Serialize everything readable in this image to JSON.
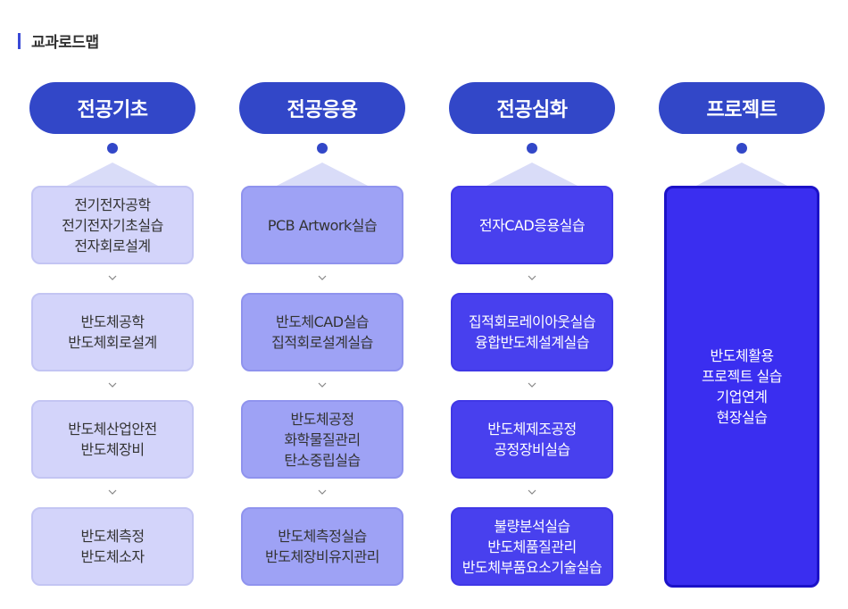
{
  "header": {
    "title": "교과로드맵"
  },
  "columns": [
    {
      "title": "전공기초",
      "cards": [
        {
          "lines": [
            "전기전자공학",
            "전기전자기초실습",
            "전자회로설계"
          ]
        },
        {
          "lines": [
            "반도체공학",
            "반도체회로설계"
          ]
        },
        {
          "lines": [
            "반도체산업안전",
            "반도체장비"
          ]
        },
        {
          "lines": [
            "반도체측정",
            "반도체소자"
          ]
        }
      ]
    },
    {
      "title": "전공응용",
      "cards": [
        {
          "lines": [
            "PCB Artwork실습"
          ]
        },
        {
          "lines": [
            "반도체CAD실습",
            "집적회로설계실습"
          ]
        },
        {
          "lines": [
            "반도체공정",
            "화학물질관리",
            "탄소중립실습"
          ]
        },
        {
          "lines": [
            "반도체측정실습",
            "반도체장비유지관리"
          ]
        }
      ]
    },
    {
      "title": "전공심화",
      "cards": [
        {
          "lines": [
            "전자CAD응용실습"
          ]
        },
        {
          "lines": [
            "집적회로레이아웃실습",
            "융합반도체설계실습"
          ]
        },
        {
          "lines": [
            "반도체제조공정",
            "공정장비실습"
          ]
        },
        {
          "lines": [
            "불량분석실습",
            "반도체품질관리",
            "반도체부품요소기술실습"
          ]
        }
      ]
    },
    {
      "title": "프로젝트",
      "cards": [
        {
          "lines": [
            "반도체활용",
            "프로젝트 실습",
            "기업연계",
            "현장실습"
          ]
        }
      ]
    }
  ],
  "colors": {
    "accent": "#3247c8",
    "tier1": "#d3d4fa",
    "tier2": "#9ea2f5",
    "tier3": "#4840ee",
    "tier4": "#3a2ef0"
  },
  "icons": {
    "connector": "chevron-down-icon",
    "node": "dot-icon"
  }
}
